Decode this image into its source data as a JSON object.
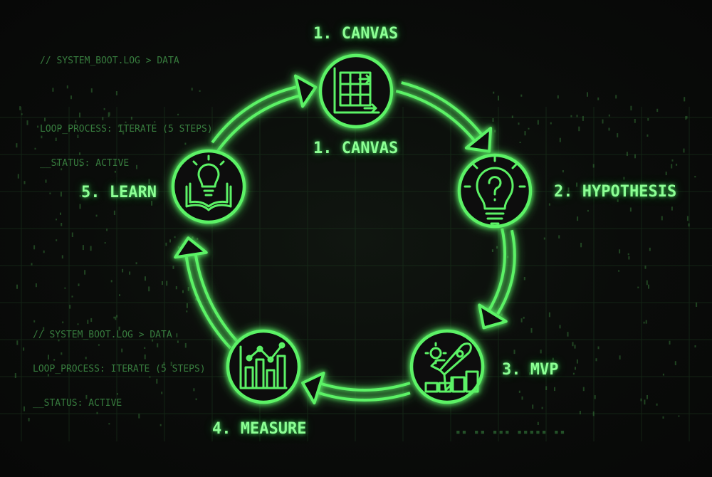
{
  "log_top": {
    "line1": "// SYSTEM_BOOT.LOG > DATA",
    "line2": "",
    "line3": "LOOP_PROCESS: ITERATE (5 STEPS)",
    "line4": "__STATUS: ACTIVE"
  },
  "log_bottom": {
    "line1": "// SYSTEM_BOOT.LOG > DATA",
    "line2": "LOOP_PROCESS: ITERATE (5 STEPS)",
    "line3": "__STATUS: ACTIVE"
  },
  "steps": [
    {
      "label": "1. CANVAS",
      "icon": "canvas-grid-icon"
    },
    {
      "label": "2. HYPOTHESIS",
      "icon": "lightbulb-question-icon"
    },
    {
      "label": "3. MVP",
      "icon": "rocket-gear-blocks-icon"
    },
    {
      "label": "4. MEASURE",
      "icon": "bar-chart-trend-icon"
    },
    {
      "label": "5. LEARN",
      "icon": "book-lightbulb-icon"
    }
  ],
  "canvas_inner_label": "1. CANVAS",
  "colors": {
    "glow": "#7dff86",
    "line": "#5bf266",
    "text": "#8cff94",
    "background": "#0a0c0a"
  }
}
